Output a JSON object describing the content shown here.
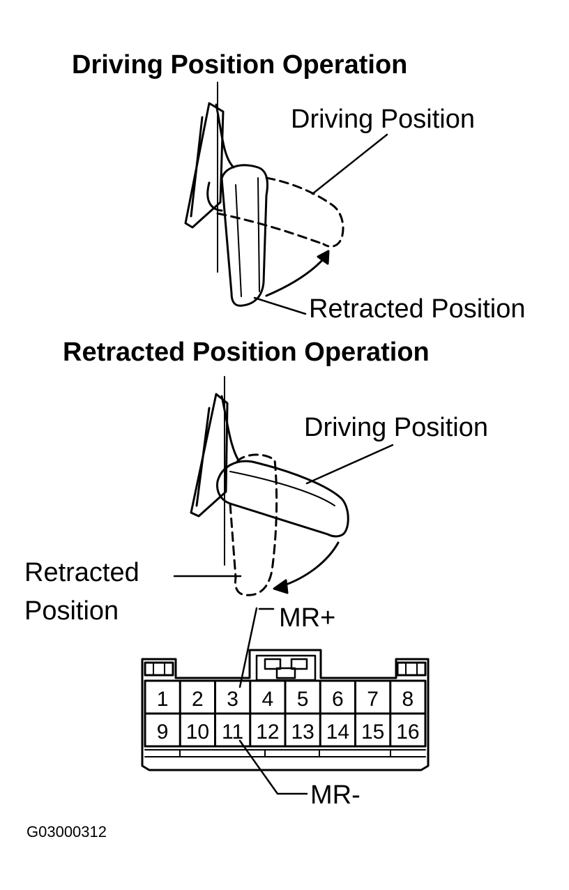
{
  "section_driving": {
    "title": "Driving Position Operation",
    "label_driving": "Driving Position",
    "label_retracted": "Retracted Position"
  },
  "section_retracted": {
    "title": "Retracted Position Operation",
    "label_driving": "Driving Position",
    "label_retracted_line1": "Retracted",
    "label_retracted_line2": "Position"
  },
  "connector": {
    "terminal_mr_plus": "MR+",
    "terminal_mr_minus": "MR-",
    "pins_top": [
      "1",
      "2",
      "3",
      "4",
      "5",
      "6",
      "7",
      "8"
    ],
    "pins_bottom": [
      "9",
      "10",
      "11",
      "12",
      "13",
      "14",
      "15",
      "16"
    ]
  },
  "figure_code": "G03000312"
}
